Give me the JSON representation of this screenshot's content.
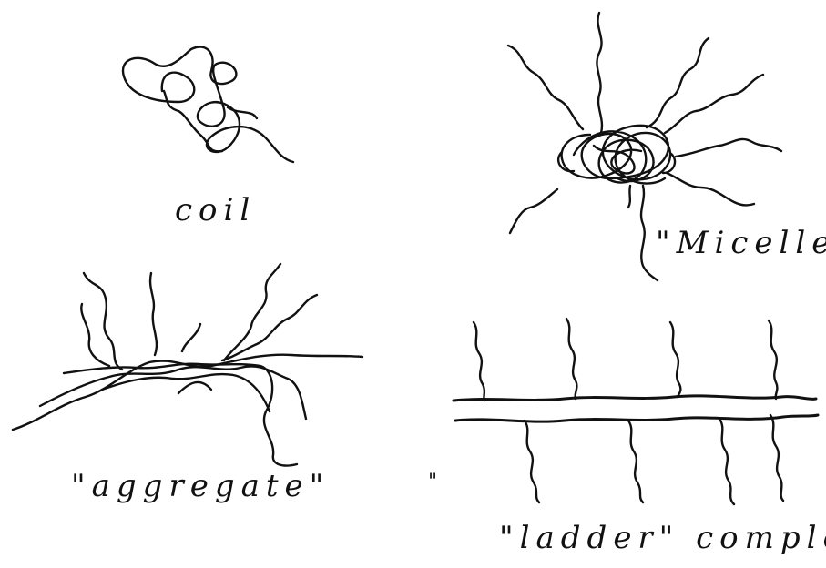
{
  "diagram": {
    "panels": [
      {
        "id": "coil",
        "label": "coil"
      },
      {
        "id": "micelle",
        "label": "\"Micelle\""
      },
      {
        "id": "aggregate",
        "label": "\"aggregate\""
      },
      {
        "id": "ladder",
        "label": "\"ladder\" complex"
      }
    ],
    "stray_mark": "\""
  }
}
